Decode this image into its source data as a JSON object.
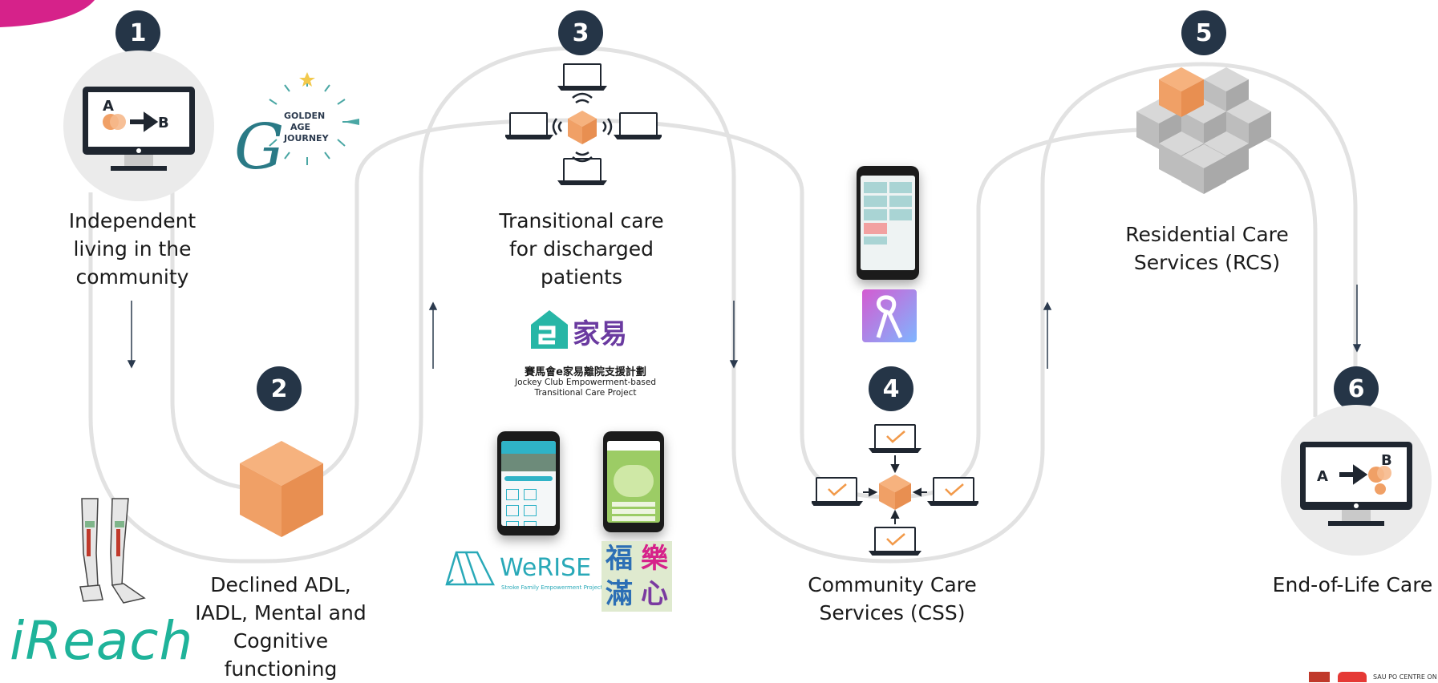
{
  "colors": {
    "badge": "#253547",
    "cube": "#F0A066",
    "road": "#E2E2E2",
    "circle_bg": "#EBEBEB",
    "check": "#F29A4A",
    "accent_magenta": "#D6228A"
  },
  "stages": [
    {
      "num": "1",
      "lines": [
        "Independent",
        "living in the",
        "community"
      ],
      "icon": "monitor-a-to-b-icon"
    },
    {
      "num": "2",
      "lines": [
        "Declined ADL,",
        "IADL, Mental and",
        "Cognitive",
        "functioning"
      ],
      "icon": "cube-icon"
    },
    {
      "num": "3",
      "lines": [
        "Transitional care",
        "for discharged",
        "patients"
      ],
      "icon": "connected-laptops-icon"
    },
    {
      "num": "4",
      "lines": [
        "Community Care",
        "Services (CSS)"
      ],
      "icon": "laptops-checkmark-icon"
    },
    {
      "num": "5",
      "lines": [
        "Residential Care",
        "Services (RCS)"
      ],
      "icon": "cube-cluster-icon"
    },
    {
      "num": "6",
      "lines": [
        "End-of-Life Care"
      ],
      "icon": "monitor-a-to-b-icon"
    }
  ],
  "monitor": {
    "a": "A",
    "b": "B"
  },
  "logos": {
    "golden_age": {
      "line1": "GOLDEN",
      "line2": "AGE",
      "line3": "JOURNEY",
      "mark": "G"
    },
    "ehome": {
      "brand": "家易",
      "zh": "賽馬會e家易離院支援計劃",
      "en1": "Jockey Club Empowerment-based",
      "en2": "Transitional Care Project"
    },
    "werise": {
      "name": "WeRISE",
      "tag": "Stroke Family Empowerment Project"
    },
    "fuloksum": {
      "chars": [
        "福",
        "樂",
        "滿",
        "心"
      ]
    },
    "ireach": {
      "name": "iReach"
    },
    "sau_po": {
      "text": "SAU PO CENTRE ON A"
    }
  }
}
